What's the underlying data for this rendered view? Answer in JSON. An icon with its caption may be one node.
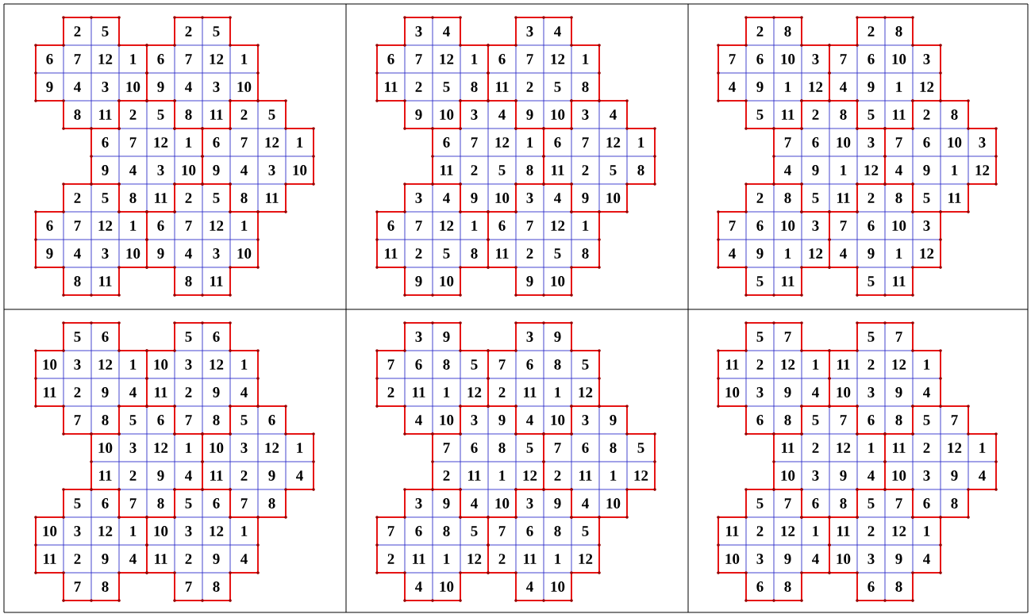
{
  "diagram": {
    "labels": [
      "2",
      "5",
      "2",
      "5",
      "6",
      "7",
      "12",
      "1",
      "6",
      "7",
      "12",
      "1",
      "9",
      "4",
      "3",
      "10",
      "9",
      "4",
      "3",
      "10",
      "8",
      "11",
      "2",
      "5",
      "8",
      "11",
      "2",
      "5",
      "6",
      "7",
      "12",
      "1",
      "6",
      "7",
      "12",
      "1",
      "9",
      "4",
      "3",
      "10",
      "9",
      "4",
      "3",
      "10",
      "2",
      "5",
      "8",
      "11",
      "2",
      "5",
      "8",
      "11",
      "6",
      "7",
      "12",
      "1",
      "6",
      "7",
      "12",
      "1",
      "9",
      "4",
      "3",
      "10",
      "9",
      "4",
      "3",
      "10",
      "8",
      "11",
      "8",
      "11",
      "3",
      "4",
      "3",
      "4",
      "6",
      "7",
      "12",
      "1",
      "6",
      "7",
      "12",
      "1",
      "11",
      "2",
      "5",
      "8",
      "11",
      "2",
      "5",
      "8",
      "9",
      "10",
      "3",
      "4",
      "9",
      "10",
      "3",
      "4",
      "6",
      "7",
      "12",
      "1",
      "6",
      "7",
      "12",
      "1",
      "11",
      "2",
      "5",
      "8",
      "11",
      "2",
      "5",
      "8",
      "3",
      "4",
      "9",
      "10",
      "3",
      "4",
      "9",
      "10",
      "6",
      "7",
      "12",
      "1",
      "6",
      "7",
      "12",
      "1",
      "11",
      "2",
      "5",
      "8",
      "11",
      "2",
      "5",
      "8",
      "9",
      "10",
      "9",
      "10",
      "2",
      "8",
      "2",
      "8",
      "7",
      "6",
      "10",
      "3",
      "7",
      "6",
      "10",
      "3",
      "4",
      "9",
      "1",
      "12",
      "4",
      "9",
      "1",
      "12",
      "5",
      "11",
      "2",
      "8",
      "5",
      "11",
      "2",
      "8",
      "7",
      "6",
      "10",
      "3",
      "7",
      "6",
      "10",
      "3",
      "4",
      "9",
      "1",
      "12",
      "4",
      "9",
      "1",
      "12",
      "2",
      "8",
      "5",
      "11",
      "2",
      "8",
      "5",
      "11",
      "7",
      "6",
      "10",
      "3",
      "7",
      "6",
      "10",
      "3",
      "4",
      "9",
      "1",
      "12",
      "4",
      "9",
      "1",
      "12",
      "5",
      "11",
      "5",
      "11",
      "5",
      "6",
      "5",
      "6",
      "10",
      "3",
      "12",
      "1",
      "10",
      "3",
      "12",
      "1",
      "11",
      "2",
      "9",
      "4",
      "11",
      "2",
      "9",
      "4",
      "7",
      "8",
      "5",
      "6",
      "7",
      "8",
      "5",
      "6",
      "10",
      "3",
      "12",
      "1",
      "10",
      "3",
      "12",
      "1",
      "11",
      "2",
      "9",
      "4",
      "11",
      "2",
      "9",
      "4",
      "5",
      "6",
      "7",
      "8",
      "5",
      "6",
      "7",
      "8",
      "10",
      "3",
      "12",
      "1",
      "10",
      "3",
      "12",
      "1",
      "11",
      "2",
      "9",
      "4",
      "11",
      "2",
      "9",
      "4",
      "7",
      "8",
      "7",
      "8",
      "3",
      "9",
      "3",
      "9",
      "7",
      "6",
      "8",
      "5",
      "7",
      "6",
      "8",
      "5",
      "2",
      "11",
      "1",
      "12",
      "2",
      "11",
      "1",
      "12",
      "4",
      "10",
      "3",
      "9",
      "4",
      "10",
      "3",
      "9",
      "7",
      "6",
      "8",
      "5",
      "7",
      "6",
      "8",
      "5",
      "2",
      "11",
      "1",
      "12",
      "2",
      "11",
      "1",
      "12",
      "3",
      "9",
      "4",
      "10",
      "3",
      "9",
      "4",
      "10",
      "7",
      "6",
      "8",
      "5",
      "7",
      "6",
      "8",
      "5",
      "2",
      "11",
      "1",
      "12",
      "2",
      "11",
      "1",
      "12",
      "4",
      "10",
      "4",
      "10",
      "5",
      "7",
      "5",
      "7",
      "11",
      "2",
      "12",
      "1",
      "11",
      "2",
      "12",
      "1",
      "10",
      "3",
      "9",
      "4",
      "10",
      "3",
      "9",
      "4",
      "6",
      "8",
      "5",
      "7",
      "6",
      "8",
      "5",
      "7",
      "11",
      "2",
      "12",
      "1",
      "11",
      "2",
      "12",
      "1",
      "10",
      "3",
      "9",
      "4",
      "10",
      "3",
      "9",
      "4",
      "5",
      "7",
      "6",
      "8",
      "5",
      "7",
      "6",
      "8",
      "11",
      "2",
      "12",
      "1",
      "11",
      "2",
      "12",
      "1",
      "10",
      "3",
      "9",
      "4",
      "10",
      "3",
      "9",
      "4",
      "6",
      "8",
      "6",
      "8"
    ]
  }
}
